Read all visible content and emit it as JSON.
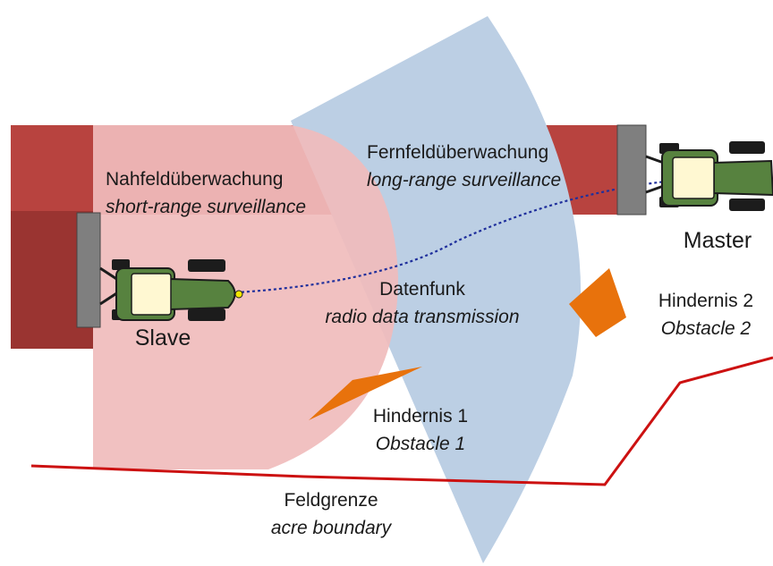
{
  "colors": {
    "field_dark": "#b8433f",
    "field_darker": "#9a3431",
    "near_zone": "#f0bcbc",
    "far_zone": "#bccfe4",
    "obstacle": "#e8720c",
    "boundary": "#cc1111",
    "radio_link": "#1f2f9c",
    "implement": "#7f7f7f",
    "tractor_green": "#57823f",
    "cab": "#fff8d2",
    "tire": "#1c1c1c"
  },
  "labels": {
    "near_de": "Nahfeldüberwachung",
    "near_en": "short-range surveillance",
    "far_de": "Fernfeldüberwachung",
    "far_en": "long-range surveillance",
    "radio_de": "Datenfunk",
    "radio_en": "radio data transmission",
    "obst1_de": "Hindernis 1",
    "obst1_en": "Obstacle 1",
    "obst2_de": "Hindernis 2",
    "obst2_en": "Obstacle 2",
    "boundary_de": "Feldgrenze",
    "boundary_en": "acre boundary",
    "slave": "Slave",
    "master": "Master"
  },
  "icons": {
    "slave_tractor": "tractor-icon",
    "master_tractor": "tractor-icon",
    "radio_antenna": "antenna-icon"
  }
}
